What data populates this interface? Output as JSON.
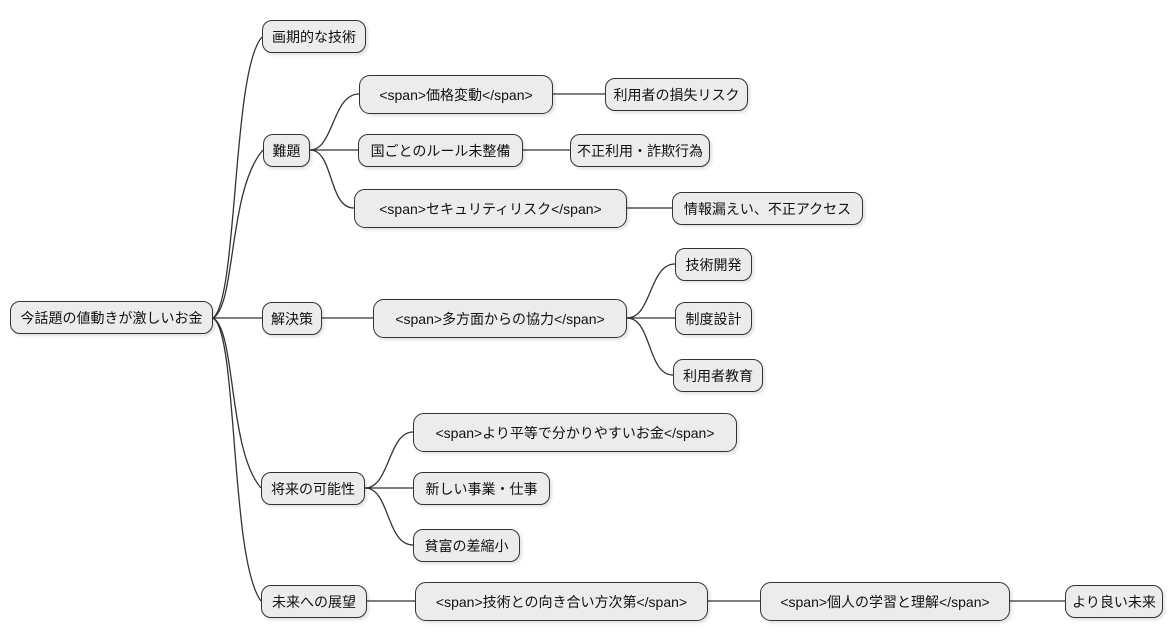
{
  "colors": {
    "background": "#ffffff",
    "node_fill": "#ececec",
    "node_border": "#333333",
    "edge": "#333333",
    "text": "#111111"
  },
  "mindmap": {
    "root": {
      "label": "今話題の値動きが激しいお金",
      "children": [
        {
          "label": "画期的な技術",
          "children": []
        },
        {
          "label": "難題",
          "children": [
            {
              "label": "<span>価格変動</span>",
              "children": [
                {
                  "label": "利用者の損失リスク"
                }
              ]
            },
            {
              "label": "国ごとのルール未整備",
              "children": [
                {
                  "label": "不正利用・詐欺行為"
                }
              ]
            },
            {
              "label": "<span>セキュリティリスク</span>",
              "children": [
                {
                  "label": "情報漏えい、不正アクセス"
                }
              ]
            }
          ]
        },
        {
          "label": "解決策",
          "children": [
            {
              "label": "<span>多方面からの協力</span>",
              "children": [
                {
                  "label": "技術開発"
                },
                {
                  "label": "制度設計"
                },
                {
                  "label": "利用者教育"
                }
              ]
            }
          ]
        },
        {
          "label": "将来の可能性",
          "children": [
            {
              "label": "<span>より平等で分かりやすいお金</span>"
            },
            {
              "label": "新しい事業・仕事"
            },
            {
              "label": "貧富の差縮小"
            }
          ]
        },
        {
          "label": "未来への展望",
          "children": [
            {
              "label": "<span>技術との向き合い方次第</span>",
              "children": [
                {
                  "label": "<span>個人の学習と理解</span>",
                  "children": [
                    {
                      "label": "より良い未来"
                    }
                  ]
                }
              ]
            }
          ]
        }
      ]
    }
  }
}
